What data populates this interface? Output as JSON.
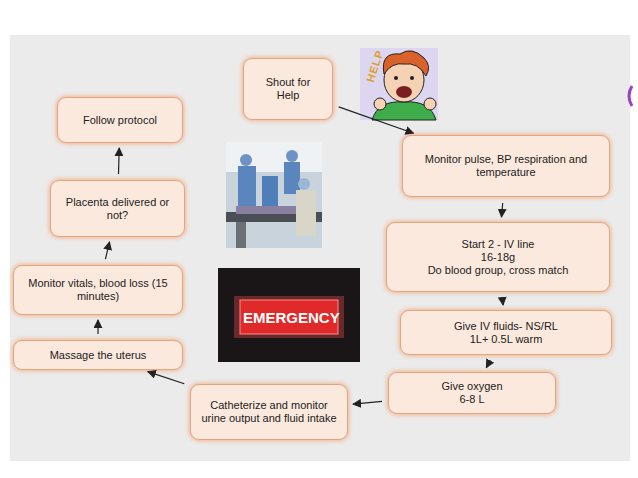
{
  "diagram": {
    "nodes": [
      {
        "text": [
          "Shout for Help"
        ]
      },
      {
        "text": [
          "Monitor pulse, BP respiration and temperature"
        ]
      },
      {
        "text": [
          "Start 2 - IV line",
          "16-18g",
          "Do blood group, cross match"
        ]
      },
      {
        "text": [
          "Give IV fluids- NS/RL",
          "1L+ 0.5L warm"
        ]
      },
      {
        "text": [
          "Give oxygen",
          "6-8 L"
        ]
      },
      {
        "text": [
          "Catheterize and monitor urine output and fluid intake"
        ]
      },
      {
        "text": [
          "Massage the uterus"
        ]
      },
      {
        "text": [
          "Monitor vitals, blood loss (15 minutes)"
        ]
      },
      {
        "text": [
          "Placenta delivered or not?"
        ]
      },
      {
        "text": [
          "Follow protocol"
        ]
      }
    ],
    "edges": [
      {
        "from": 0,
        "to": 1,
        "arrow": "to"
      },
      {
        "from": 1,
        "to": 2,
        "arrow": "to"
      },
      {
        "from": 2,
        "to": 3,
        "arrow": "to"
      },
      {
        "from": 3,
        "to": 4,
        "arrow": "to"
      },
      {
        "from": 4,
        "to": 5,
        "arrow": "to"
      },
      {
        "from": 5,
        "to": 6,
        "arrow": "to"
      },
      {
        "from": 6,
        "to": 7,
        "arrow": "to"
      },
      {
        "from": 7,
        "to": 8,
        "arrow": "to"
      },
      {
        "from": 8,
        "to": 9,
        "arrow": "to"
      }
    ],
    "labels": [
      "HELP",
      "EMERGENCY"
    ]
  }
}
